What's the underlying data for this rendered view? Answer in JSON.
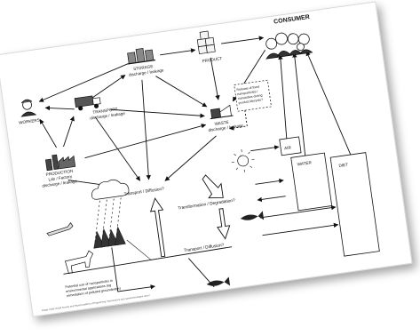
{
  "labels": {
    "consumer": "CONSUMER",
    "product": "PRODUCT",
    "storage": "STORAGE",
    "storage_sub": "discharge / leakage",
    "transport": "TRANSPORT",
    "transport_sub": "discharge / leakage",
    "workers": "WORKERS",
    "waste": "WASTE",
    "waste_sub": "discharge / leakage",
    "production": "PRODUCTION",
    "production_2": "Lab / Factory",
    "production_3": "discharge / leakage",
    "release_1": "Release of fixed",
    "release_2": "nanoparticles /",
    "release_3": "nanotubes during",
    "release_4": "product lifecycle?",
    "air": "AIR",
    "water": "WATER",
    "diet": "DIET",
    "transport_diffusion_1": "Transport / Diffusion?",
    "transformation": "Transformation / Degradation?",
    "transport_diffusion_2": "Transport / Diffusion?",
    "potential_1": "Potential use of nanoparticles in",
    "potential_2": "environmental applications (eg",
    "potential_3": "remediation of polluted groundwater)",
    "footer": "Image credit: Royal Society and Royal Academy of Engineering, Nanoscience and nanotechnologies report"
  },
  "icons": [
    "consumer-group-icon",
    "product-boxes-icon",
    "storage-tanks-icon",
    "transport-truck-icon",
    "worker-icon",
    "waste-bin-icon",
    "factory-icon",
    "cloud-rain-icon",
    "airplane-icon",
    "sun-icon",
    "trees-icon",
    "cow-icon",
    "fish-icon",
    "water-tap-icon",
    "fish-bowl-icon",
    "bread-icon"
  ]
}
